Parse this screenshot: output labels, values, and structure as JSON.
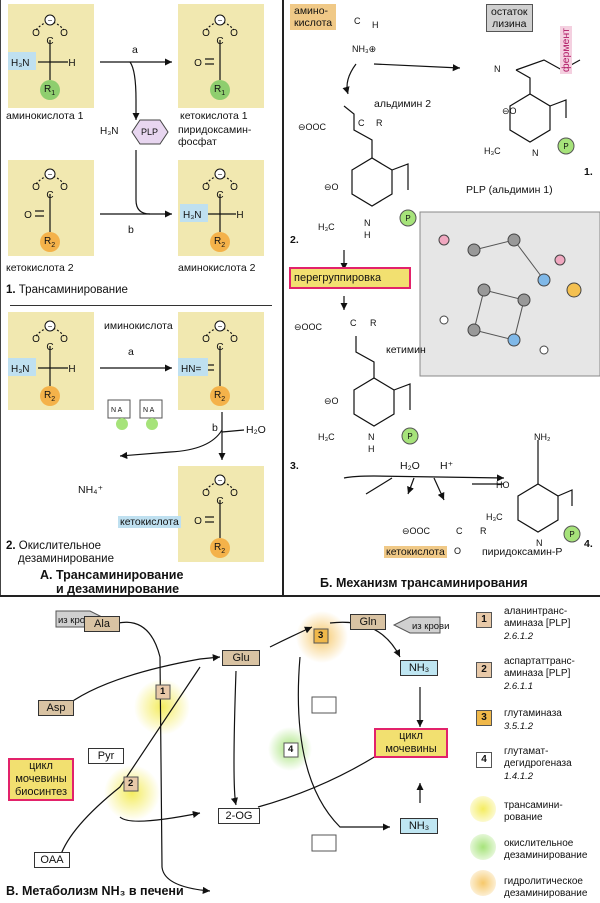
{
  "panel_a": {
    "caption_letter": "А.",
    "caption_line1": "Трансаминирование",
    "caption_line2": "и дезаминирование",
    "part1": {
      "number": "1.",
      "title": "Трансаминирование",
      "aminoacid1": "аминокислота 1",
      "ketoacid1": "кетокислота 1",
      "ketoacid2": "кетокислота 2",
      "aminoacid2": "аминокислота 2",
      "pyridoxamine_line1": "пиридоксамин-",
      "pyridoxamine_line2": "фосфат",
      "plp": "PLP",
      "step_a": "a",
      "step_b": "b",
      "r1": "R",
      "r1_sub": "1",
      "r2": "R",
      "r2_sub": "2"
    },
    "part2": {
      "number": "2.",
      "title_line1": "Окислительное",
      "title_line2": "дезаминирование",
      "iminoacid": "иминокислота",
      "ketoacid": "кетокислота",
      "water": "H₂O",
      "ammonium": "NH₄⁺",
      "step_a": "a",
      "step_b": "b"
    }
  },
  "panel_b": {
    "caption_letter": "Б.",
    "caption": "Механизм трансаминирования",
    "aminoacid_line1": "амино-",
    "aminoacid_line2": "кислота",
    "lysine_line1": "остаток",
    "lysine_line2": "лизина",
    "enzyme": "фермент",
    "aldimine2": "альдимин 2",
    "plp_aldimine1": "PLP (альдимин 1)",
    "rearrangement": "перегруппировка",
    "ketimine": "кетимин",
    "water": "H₂O",
    "proton": "H⁺",
    "ketoacid": "кетокислота",
    "pyridoxamine_p": "пиридоксамин-P",
    "n1": "1.",
    "n2": "2.",
    "n3": "3.",
    "n4": "4."
  },
  "panel_c": {
    "caption_letter": "В.",
    "caption": "Метаболизм NH₃ в печени",
    "from_blood": "из крови",
    "ala": "Ala",
    "gln": "Gln",
    "glu": "Glu",
    "asp": "Asp",
    "pyr": "Pyr",
    "og": "2-OG",
    "oaa": "OAA",
    "nh3": "NH₃",
    "urea_cycle_line1": "цикл",
    "urea_cycle_line2": "мочевины",
    "urea_biosynth_line1": "цикл",
    "urea_biosynth_line2": "мочевины",
    "urea_biosynth_line3": "биосинтез",
    "enzyme_nums": [
      "1",
      "2",
      "3",
      "4"
    ]
  },
  "legend": [
    {
      "num": "1",
      "name": "аланинтранс-\nаминаза [PLP]",
      "ec": "2.6.1.2",
      "color": "#e8c9a8"
    },
    {
      "num": "2",
      "name": "аспартаттранс-\nаминаза [PLP]",
      "ec": "2.6.1.1",
      "color": "#e8c9a8"
    },
    {
      "num": "3",
      "name": "глутаминаза",
      "ec": "3.5.1.2",
      "color": "#f0b84a"
    },
    {
      "num": "4",
      "name": "глутамат-\nдегидрогеназа",
      "ec": "1.4.1.2",
      "color": "#ffffff"
    }
  ],
  "legend_glows": [
    {
      "text": "трансамини-\nрование",
      "color": "#f4ec60"
    },
    {
      "text": "окислительное\nдезаминирование",
      "color": "#a6e37a"
    },
    {
      "text": "гидролитическое\nдезаминирование",
      "color": "#f6c86a"
    }
  ],
  "colors": {
    "yellow_panel": "#f1e8b0",
    "amino_tan": "#f0c987",
    "r_green": "#8fce6e",
    "r_orange": "#f4b24a",
    "h3n_blue": "#bfe0f0",
    "nh3_blue": "#bfe6f2",
    "met_tan": "#d9c3a3",
    "rearr_border": "#e2226b"
  }
}
